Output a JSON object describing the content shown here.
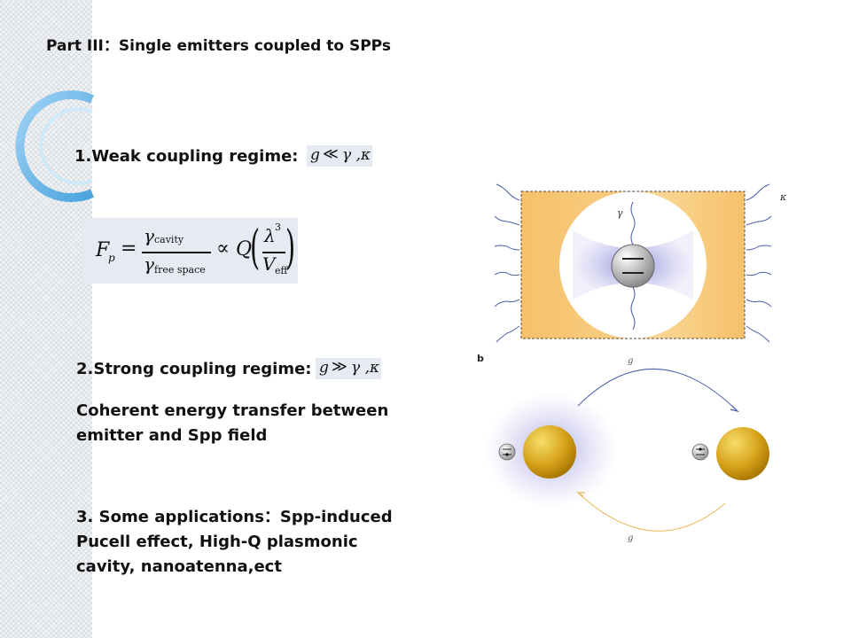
{
  "slide": {
    "title": "Part III：Single emitters coupled to SPPs",
    "weak": {
      "label": "1.Weak coupling regime:",
      "condition": {
        "lhs": "g",
        "op": "≪",
        "rhs": "γ ,κ"
      }
    },
    "purcell_formula": {
      "lhs": "F",
      "lhs_sub": "p",
      "eq": "=",
      "num": "γ",
      "num_sub": "cavity",
      "den": "γ",
      "den_sub": "free space",
      "prop": "∝",
      "q": "Q",
      "lambda": "λ",
      "lambda_sup": "3",
      "v": "V",
      "v_sub": "eff"
    },
    "strong": {
      "label": "2.Strong coupling regime:",
      "condition": {
        "lhs": "g",
        "op": "≫",
        "rhs": "γ ,κ"
      }
    },
    "coherent_text": "Coherent energy transfer between emitter and Spp field",
    "applications_text": "3. Some applications：Spp-induced Pucell effect, High-Q plasmonic cavity, nanoatenna,ect",
    "figure": {
      "panel_a": {
        "gamma_label": "γ",
        "kappa_label": "κ"
      },
      "panel_b": {
        "panel_label": "b",
        "g_top": "g",
        "g_bottom": "g"
      }
    }
  },
  "colors": {
    "formula_bg": "#e6eaf3",
    "cavity_orange": "#f6c56a",
    "mode_purple": "#8c87d6",
    "gold_sphere": "#d9a51c",
    "arrow_blue": "#4a5ea8",
    "arrow_gold": "#e8b85a",
    "ring_blue": "#7cc0ea"
  }
}
